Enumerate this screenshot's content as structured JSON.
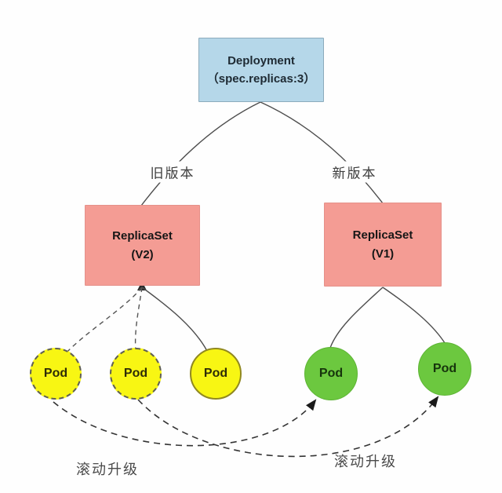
{
  "diagram": {
    "title_semantic": "Kubernetes Deployment rolling update diagram",
    "deployment": {
      "title": "Deployment",
      "subtitle": "（spec.replicas:3）"
    },
    "edge_labels": {
      "old_version": "旧版本",
      "new_version": "新版本"
    },
    "replicasets": [
      {
        "name": "ReplicaSet",
        "version": "(V2)"
      },
      {
        "name": "ReplicaSet",
        "version": "(V1)"
      }
    ],
    "old_pods": [
      {
        "label": "Pod"
      },
      {
        "label": "Pod"
      },
      {
        "label": "Pod"
      }
    ],
    "new_pods": [
      {
        "label": "Pod"
      },
      {
        "label": "Pod"
      }
    ],
    "rolling_labels": {
      "left": "滚动升级",
      "right": "滚动升级"
    },
    "colors": {
      "deployment_fill": "#b5d7e9",
      "replicaset_fill": "#f49c94",
      "old_pod_fill": "#f8f613",
      "new_pod_fill": "#6cc83f",
      "connector_line": "#4d4d4d",
      "arrowhead": "#1a1a1a",
      "background": "#fefefe"
    }
  }
}
